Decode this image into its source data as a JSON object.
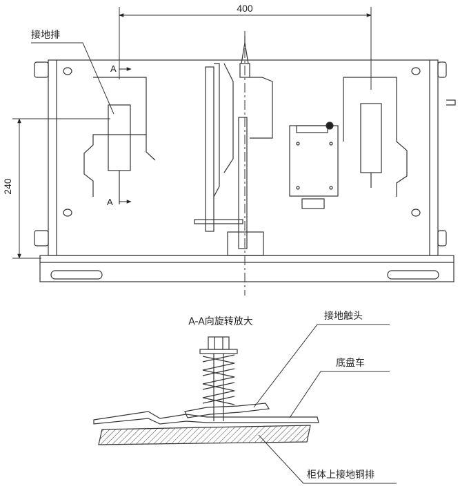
{
  "top_view": {
    "dim_width": "400",
    "dim_height": "240",
    "label_ground_bar": "接地排",
    "section_mark_top": "A",
    "section_mark_bottom": "A"
  },
  "detail_view": {
    "title": "A-A向旋转放大",
    "label_contact": "接地触头",
    "label_chassis": "底盘车",
    "label_copper_bar": "柜体上接地铜排"
  }
}
